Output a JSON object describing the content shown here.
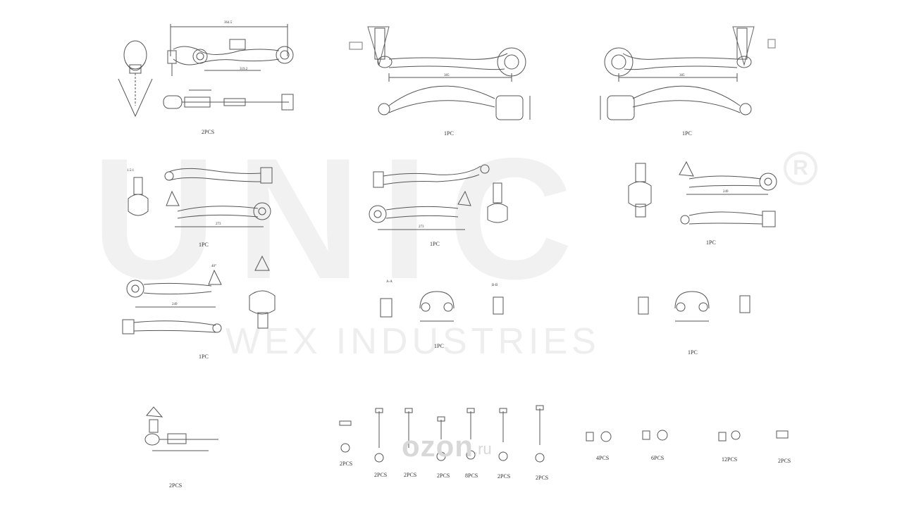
{
  "watermark": {
    "brand": "UNIC",
    "registered": "R",
    "company": "WEX INDUSTRIES"
  },
  "site_logo": {
    "name": "ozon",
    "text": "ozon",
    "suffix": ".ru"
  },
  "parts": [
    {
      "id": "part-1",
      "qty": "2PCS"
    },
    {
      "id": "part-2",
      "qty": "1PC"
    },
    {
      "id": "part-3",
      "qty": "1PC"
    },
    {
      "id": "part-4",
      "qty": "1PC"
    },
    {
      "id": "part-5",
      "qty": "1PC"
    },
    {
      "id": "part-6",
      "qty": "1PC"
    },
    {
      "id": "part-7",
      "qty": "1PC"
    },
    {
      "id": "part-8",
      "qty": "1PC"
    },
    {
      "id": "part-9",
      "qty": "1PC"
    },
    {
      "id": "part-10",
      "qty": "2PCS"
    }
  ],
  "bolts": [
    {
      "qty": "2PCS"
    },
    {
      "qty": "2PCS"
    },
    {
      "qty": "2PCS"
    },
    {
      "qty": "2PCS"
    },
    {
      "qty": "8PCS"
    },
    {
      "qty": "2PCS"
    },
    {
      "qty": "2PCS"
    }
  ],
  "nuts": [
    {
      "qty": "4PCS"
    },
    {
      "qty": "6PCS"
    },
    {
      "qty": "12PCS"
    },
    {
      "qty": "2PCS"
    }
  ],
  "dimensions": {
    "d1_top": "364.5",
    "d1_bottom": "319.2",
    "d2": "385",
    "d3": "385",
    "d4": "273",
    "d5": "273",
    "d6": "249",
    "d7": "249",
    "angle": "40°",
    "section": "A-A",
    "section_b": "B-B",
    "scale": "1.5:1"
  }
}
